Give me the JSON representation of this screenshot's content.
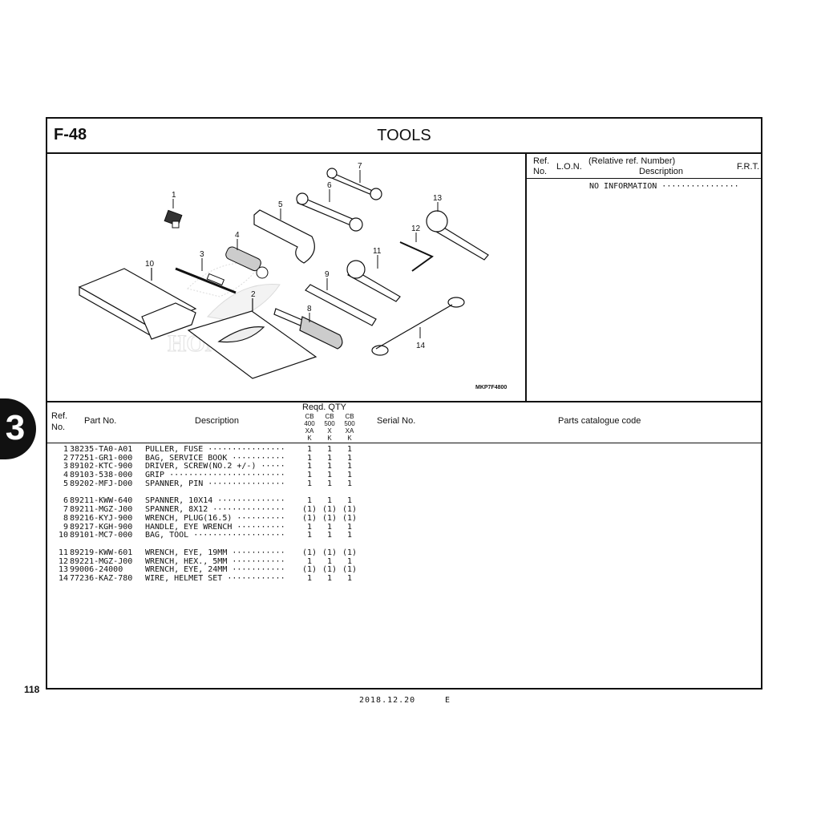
{
  "header": {
    "figure_code": "F-48",
    "title": "TOOLS"
  },
  "diagram": {
    "image_code": "MKP7F4800",
    "callouts": [
      "1",
      "2",
      "3",
      "4",
      "5",
      "6",
      "7",
      "8",
      "9",
      "10",
      "11",
      "12",
      "13",
      "14"
    ],
    "watermark": "HONDA"
  },
  "reference_panel": {
    "ref_label_1": "Ref.",
    "ref_label_2": "No.",
    "lon_label": "L.O.N.",
    "relative_label": "(Relative ref. Number)",
    "description_label": "Description",
    "frt_label": "F.R.T.",
    "no_information": "NO INFORMATION ················"
  },
  "parts_table": {
    "headers": {
      "ref_1": "Ref.",
      "ref_2": "No.",
      "part_no": "Part No.",
      "description": "Description",
      "reqd_qty": "Reqd. QTY",
      "serial_no": "Serial No.",
      "catalogue_code": "Parts catalogue code",
      "qty_columns": [
        {
          "line1": "CB",
          "line2": "400",
          "line3": "XA",
          "line4": "K"
        },
        {
          "line1": "CB",
          "line2": "500",
          "line3": "X",
          "line4": "K"
        },
        {
          "line1": "CB",
          "line2": "500",
          "line3": "XA",
          "line4": "K"
        }
      ]
    },
    "groups": [
      [
        {
          "ref": "1",
          "part_no": "38235-TA0-A01",
          "description": "PULLER, FUSE ················",
          "qty": [
            "1",
            "1",
            "1"
          ]
        },
        {
          "ref": "2",
          "part_no": "77251-GR1-000",
          "description": "BAG, SERVICE BOOK ···········",
          "qty": [
            "1",
            "1",
            "1"
          ]
        },
        {
          "ref": "3",
          "part_no": "89102-KTC-900",
          "description": "DRIVER, SCREW(NO.2 +/-) ·····",
          "qty": [
            "1",
            "1",
            "1"
          ]
        },
        {
          "ref": "4",
          "part_no": "89103-538-000",
          "description": "GRIP ························",
          "qty": [
            "1",
            "1",
            "1"
          ]
        },
        {
          "ref": "5",
          "part_no": "89202-MFJ-D00",
          "description": "SPANNER, PIN ················",
          "qty": [
            "1",
            "1",
            "1"
          ]
        }
      ],
      [
        {
          "ref": "6",
          "part_no": "89211-KWW-640",
          "description": "SPANNER, 10X14 ··············",
          "qty": [
            "1",
            "1",
            "1"
          ]
        },
        {
          "ref": "7",
          "part_no": "89211-MGZ-J00",
          "description": "SPANNER, 8X12 ···············",
          "qty": [
            "(1)",
            "(1)",
            "(1)"
          ]
        },
        {
          "ref": "8",
          "part_no": "89216-KYJ-900",
          "description": "WRENCH, PLUG(16.5) ··········",
          "qty": [
            "(1)",
            "(1)",
            "(1)"
          ]
        },
        {
          "ref": "9",
          "part_no": "89217-KGH-900",
          "description": "HANDLE, EYE WRENCH ··········",
          "qty": [
            "1",
            "1",
            "1"
          ]
        },
        {
          "ref": "10",
          "part_no": "89101-MC7-000",
          "description": "BAG, TOOL ···················",
          "qty": [
            "1",
            "1",
            "1"
          ]
        }
      ],
      [
        {
          "ref": "11",
          "part_no": "89219-KWW-601",
          "description": "WRENCH, EYE, 19MM ···········",
          "qty": [
            "(1)",
            "(1)",
            "(1)"
          ]
        },
        {
          "ref": "12",
          "part_no": "89221-MGZ-J00",
          "description": "WRENCH, HEX., 5MM ···········",
          "qty": [
            "1",
            "1",
            "1"
          ]
        },
        {
          "ref": "13",
          "part_no": "99006-24000",
          "description": "WRENCH, EYE, 24MM ···········",
          "qty": [
            "(1)",
            "(1)",
            "(1)"
          ]
        },
        {
          "ref": "14",
          "part_no": "77236-KAZ-780",
          "description": "WIRE, HELMET SET ············",
          "qty": [
            "1",
            "1",
            "1"
          ]
        }
      ]
    ]
  },
  "footer": {
    "page_number": "118",
    "date": "2018.12.20",
    "edition": "E",
    "section_tab": "3"
  }
}
